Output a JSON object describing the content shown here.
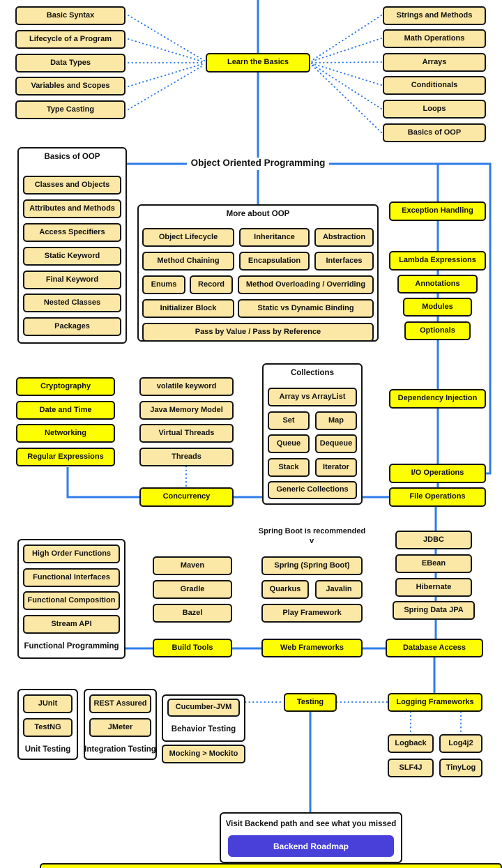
{
  "colors": {
    "topic": "#FDFF00",
    "subtopic": "#FCE8A6",
    "line": "#2F7CEB",
    "button": "#4840D8"
  },
  "basics": {
    "left": [
      "Basic Syntax",
      "Lifecycle of a Program",
      "Data Types",
      "Variables and Scopes",
      "Type Casting"
    ],
    "center": "Learn the Basics",
    "right": [
      "Strings and Methods",
      "Math Operations",
      "Arrays",
      "Conditionals",
      "Loops",
      "Basics of OOP"
    ]
  },
  "oop": {
    "title": "Object Oriented Programming",
    "basics_group": {
      "title": "Basics of OOP",
      "items": [
        "Classes and Objects",
        "Attributes and Methods",
        "Access Specifiers",
        "Static Keyword",
        "Final Keyword",
        "Nested Classes",
        "Packages"
      ]
    },
    "more_group": {
      "title": "More about OOP",
      "row1": [
        "Object Lifecycle",
        "Inheritance",
        "Abstraction"
      ],
      "row2": [
        "Method Chaining",
        "Encapsulation",
        "Interfaces"
      ],
      "row3": [
        "Enums",
        "Record",
        "Method Overloading / Overriding"
      ],
      "row4": [
        "Initializer Block",
        "Static vs Dynamic Binding"
      ],
      "row5": [
        "Pass by Value / Pass by Reference"
      ]
    }
  },
  "right_rail": {
    "exception_handling": "Exception Handling",
    "lambda_expressions": "Lambda Expressions",
    "annotations": "Annotations",
    "modules": "Modules",
    "optionals": "Optionals",
    "dependency_injection": "Dependency Injection",
    "io_operations": "I/O Operations",
    "file_operations": "File Operations"
  },
  "misc": {
    "left_topics": [
      "Cryptography",
      "Date and Time",
      "Networking",
      "Regular Expressions"
    ],
    "concurrency_stack": [
      "volatile keyword",
      "Java Memory Model",
      "Virtual Threads",
      "Threads"
    ],
    "concurrency": "Concurrency"
  },
  "collections": {
    "title": "Collections",
    "full1": "Array vs ArrayList",
    "pairs": [
      "Set",
      "Map",
      "Queue",
      "Dequeue",
      "Stack",
      "Iterator"
    ],
    "full2": "Generic Collections"
  },
  "functional": {
    "title": "Functional Programming",
    "items": [
      "High Order Functions",
      "Functional Interfaces",
      "Functional Composition",
      "Stream API"
    ]
  },
  "build_tools": {
    "items": [
      "Maven",
      "Gradle",
      "Bazel"
    ],
    "topic": "Build Tools"
  },
  "web_frameworks": {
    "note": "Spring Boot is recommended",
    "note_arrow": "v",
    "spring": "Spring (Spring Boot)",
    "quarkus": "Quarkus",
    "javalin": "Javalin",
    "play": "Play Framework",
    "topic": "Web Frameworks"
  },
  "database": {
    "items": [
      "JDBC",
      "EBean",
      "Hibernate",
      "Spring Data JPA"
    ],
    "topic": "Database Access"
  },
  "testing": {
    "topic": "Testing",
    "unit": {
      "title": "Unit Testing",
      "items": [
        "JUnit",
        "TestNG"
      ]
    },
    "integration": {
      "title": "Integration Testing",
      "items": [
        "REST Assured",
        "JMeter"
      ]
    },
    "behavior": {
      "title": "Behavior Testing",
      "items": [
        "Cucumber-JVM"
      ]
    },
    "mocking": "Mocking > Mockito"
  },
  "logging": {
    "topic": "Logging Frameworks",
    "items": [
      "Logback",
      "Log4j2",
      "SLF4J",
      "TinyLog"
    ]
  },
  "footer": {
    "message": "Visit Backend path and see what you missed",
    "button": "Backend Roadmap"
  }
}
